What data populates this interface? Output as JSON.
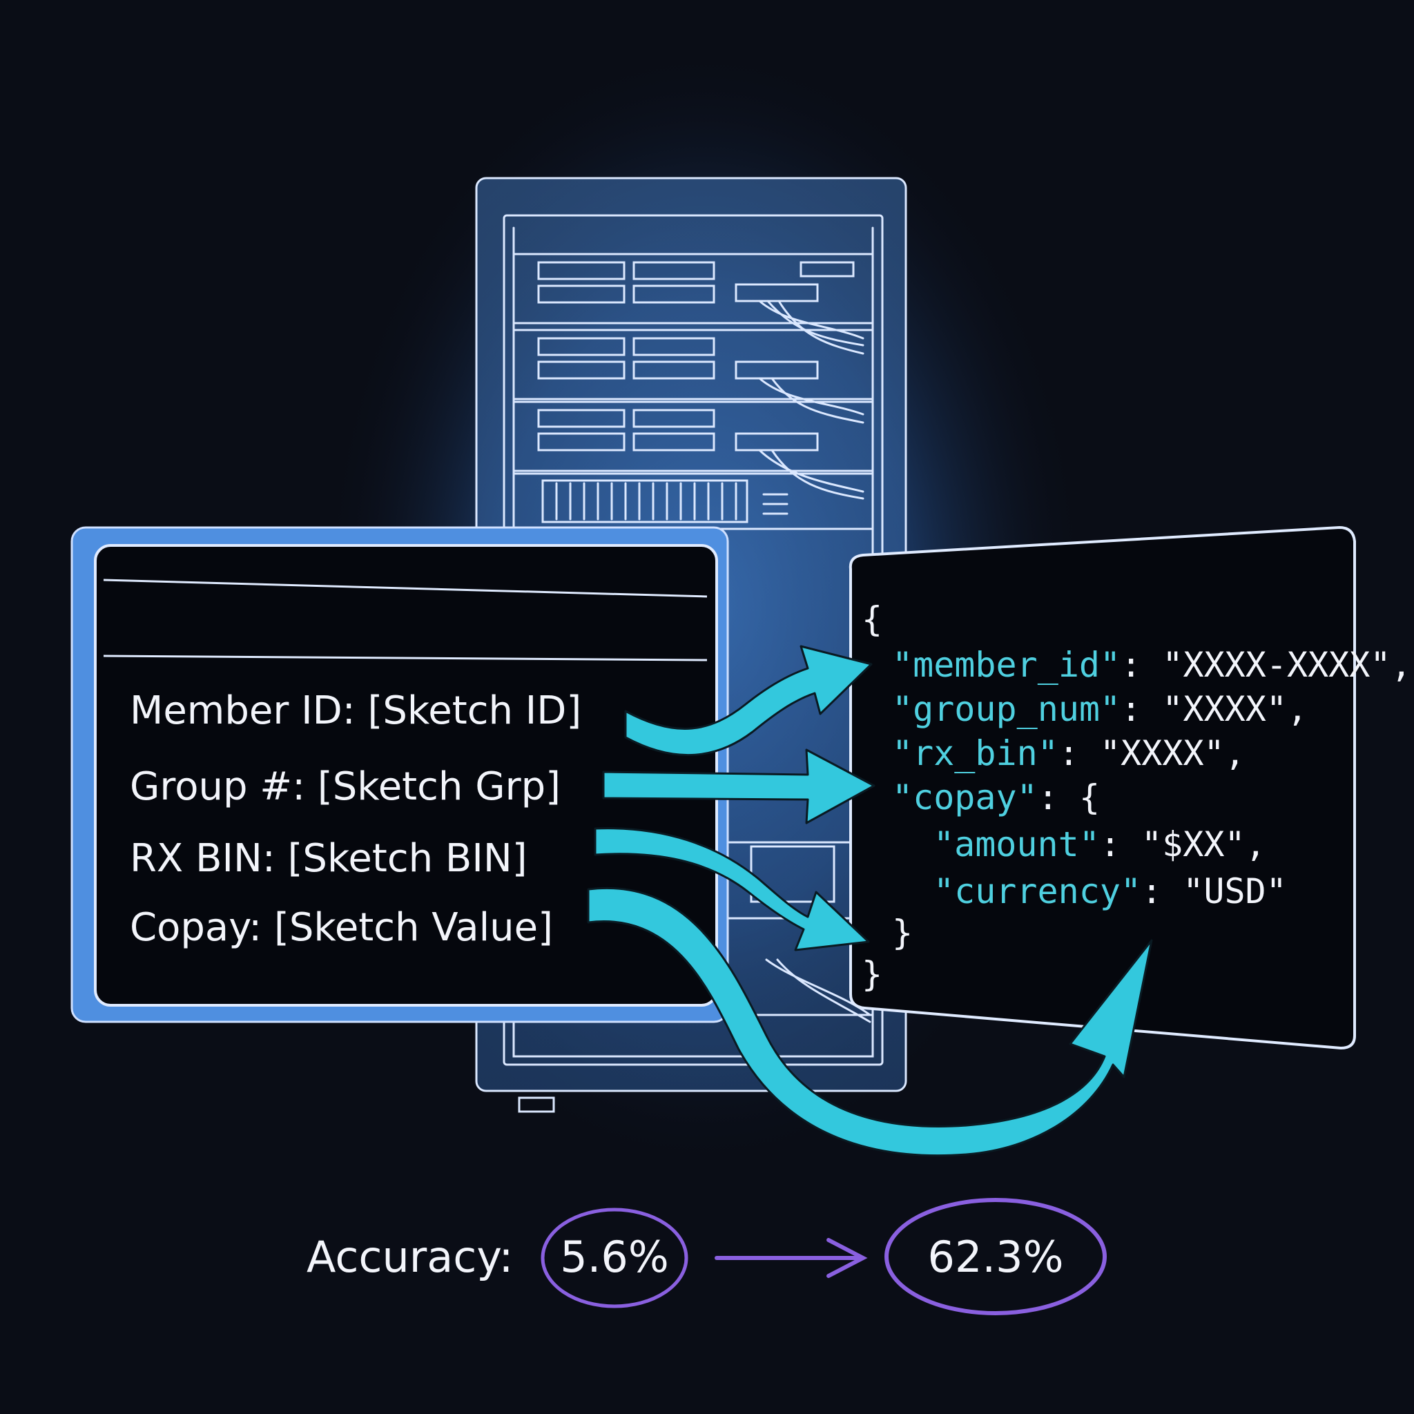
{
  "card": {
    "fields": [
      {
        "label": "Member ID:",
        "value": "[Sketch ID]"
      },
      {
        "label": "Group #:",
        "value": "[Sketch Grp]"
      },
      {
        "label": "RX BIN:",
        "value": "[Sketch BIN]"
      },
      {
        "label": "Copay:",
        "value": "[Sketch Value]"
      }
    ]
  },
  "json_output": {
    "open_brace": "{",
    "close_brace": "}",
    "lines": [
      {
        "key": "\"member_id\"",
        "sep": ": ",
        "value": "\"XXXX-XXXX\","
      },
      {
        "key": "\"group_num\"",
        "sep": ": ",
        "value": "\"XXXX\","
      },
      {
        "key": "\"rx_bin\"",
        "sep": ": ",
        "value": "\"XXXX\","
      },
      {
        "key": "\"copay\"",
        "sep": ": ",
        "value": "{"
      },
      {
        "key": "\"amount\"",
        "sep": ": ",
        "value": "\"$XX\","
      },
      {
        "key": "\"currency\"",
        "sep": ": ",
        "value": "\"USD\""
      },
      {
        "key": "",
        "sep": "",
        "value": "}"
      }
    ]
  },
  "accuracy": {
    "label": "Accuracy:",
    "before": "5.6%",
    "after": "62.3%"
  },
  "colors": {
    "background": "#0a0d16",
    "server_line": "#dbe8ff",
    "server_glow": "#3f7fd0",
    "card_frame": "#4f8fe0",
    "arrow": "#33c8dd",
    "json_key": "#4fd0e0",
    "accent_purple": "#8a60e0"
  }
}
